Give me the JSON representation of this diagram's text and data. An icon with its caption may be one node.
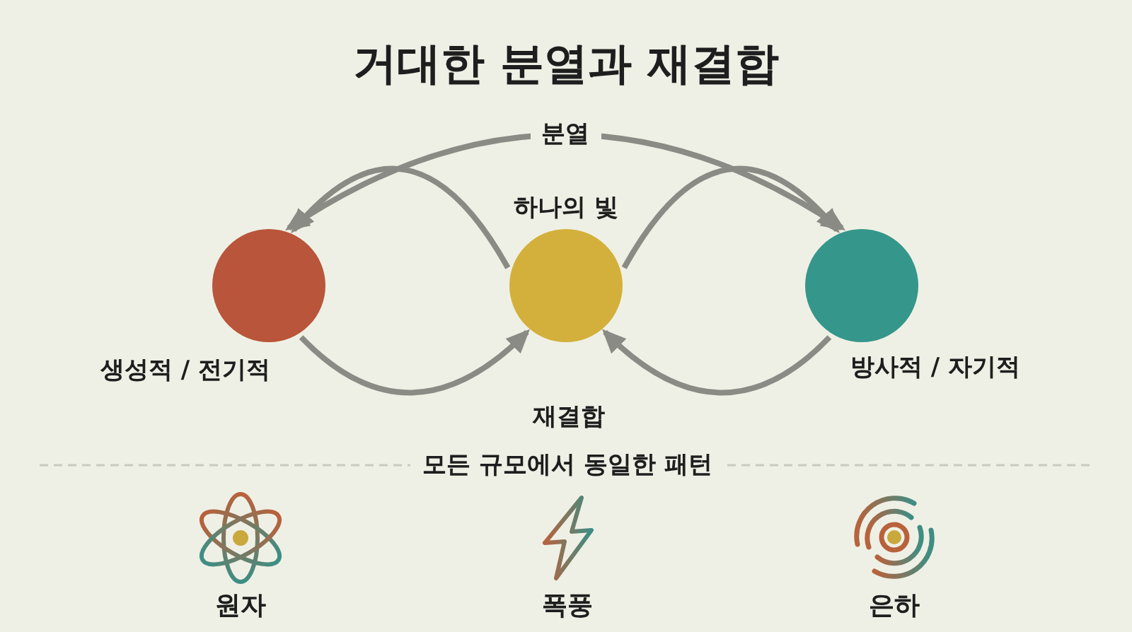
{
  "diagram": {
    "title": "거대한 분열과 재결합",
    "nodes": [
      {
        "text": [],
        "shape": "circle",
        "beside": [
          "생성적 / 전기적"
        ]
      },
      {
        "text": [],
        "shape": "circle",
        "beside": [
          "하나의 빛"
        ]
      },
      {
        "text": [],
        "shape": "circle",
        "beside": [
          "방사적 / 자기적"
        ]
      }
    ],
    "edges": [
      {
        "from": 0,
        "to": 2,
        "arrow": "both",
        "label": "분열"
      },
      {
        "from": 1,
        "to": 0,
        "arrow": "to"
      },
      {
        "from": 1,
        "to": 2,
        "arrow": "to"
      },
      {
        "from": 0,
        "to": 1,
        "arrow": "to"
      },
      {
        "from": 2,
        "to": 1,
        "arrow": "to"
      }
    ],
    "labels": [
      "재결합",
      "모든 규모에서 동일한 패턴",
      "원자",
      "폭풍",
      "은하"
    ]
  }
}
